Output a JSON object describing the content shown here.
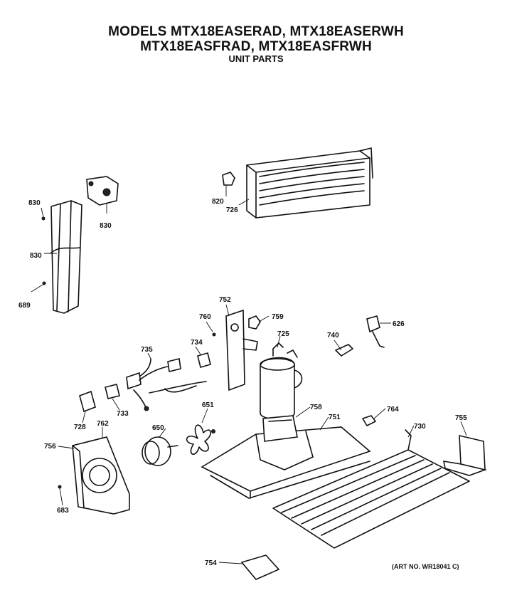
{
  "header": {
    "line1": "MODELS MTX18EASERAD, MTX18EASERWH",
    "line2": "MTX18EASFRAD, MTX18EASFRWH",
    "line3": "UNIT PARTS"
  },
  "art_no": "(ART NO. WR18041 C)",
  "callouts": {
    "c830a": "830",
    "c830b": "830",
    "c830c": "830",
    "c689": "689",
    "c820": "820",
    "c726": "726",
    "c752": "752",
    "c760": "760",
    "c759": "759",
    "c725": "725",
    "c740": "740",
    "c626": "626",
    "c735": "735",
    "c734": "734",
    "c733": "733",
    "c728": "728",
    "c762": "762",
    "c756": "756",
    "c683": "683",
    "c650": "650",
    "c651": "651",
    "c758": "758",
    "c751": "751",
    "c764": "764",
    "c730": "730",
    "c755": "755",
    "c754": "754"
  }
}
